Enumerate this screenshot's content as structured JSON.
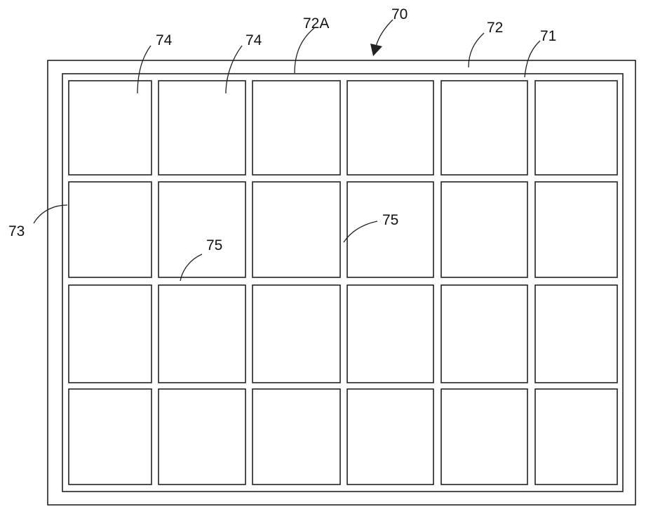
{
  "figure": {
    "colors": {
      "line": "#222222",
      "text": "#111111",
      "background": "#ffffff"
    },
    "grid": {
      "rows": 4,
      "columns": 6
    },
    "labels": {
      "assembly": "70",
      "outer_frame": "71",
      "inner_frame": "72",
      "inner_frame_edge": "72A",
      "grid_area": "73",
      "cell_top_left_1": "74",
      "cell_top_left_2": "74",
      "gap_left": "75",
      "gap_right": "75"
    }
  }
}
